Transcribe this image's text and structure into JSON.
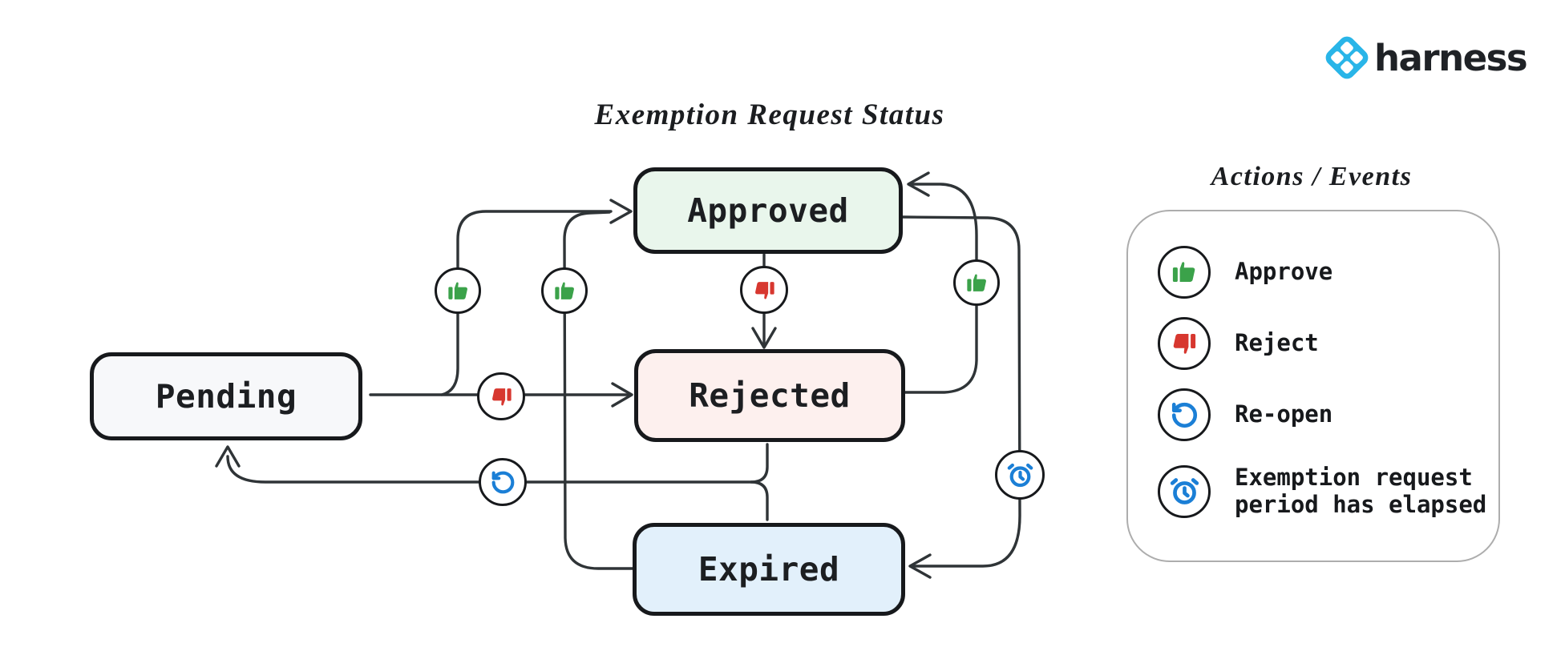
{
  "title": "Exemption Request Status",
  "brand": {
    "name": "harness",
    "logo_color": "#29b5e8",
    "text_color": "#1f2226"
  },
  "diagram": {
    "states": [
      {
        "id": "pending",
        "label": "Pending",
        "fill": "#f7f8fa"
      },
      {
        "id": "approved",
        "label": "Approved",
        "fill": "#e9f6ec"
      },
      {
        "id": "rejected",
        "label": "Rejected",
        "fill": "#fdf0ee"
      },
      {
        "id": "expired",
        "label": "Expired",
        "fill": "#e2f0fb"
      }
    ],
    "transitions": [
      {
        "from": "Pending",
        "to": "Approved",
        "action": "Approve"
      },
      {
        "from": "Expired",
        "to": "Approved",
        "action": "Approve"
      },
      {
        "from": "Pending",
        "to": "Rejected",
        "action": "Reject"
      },
      {
        "from": "Approved",
        "to": "Rejected",
        "action": "Reject"
      },
      {
        "from": "Rejected",
        "to": "Approved",
        "action": "Approve"
      },
      {
        "from": "Rejected",
        "to": "Pending",
        "action": "Re-open"
      },
      {
        "from": "Approved",
        "to": "Expired",
        "action": "Exemption request period has elapsed"
      },
      {
        "from": "Rejected",
        "to": "Expired",
        "action": "Exemption request period has elapsed"
      }
    ],
    "edge_color": "#2f3437",
    "box_border_color": "#17191c"
  },
  "legend": {
    "title": "Actions / Events",
    "border_color": "#adadad",
    "items": [
      {
        "icon": "thumbs-up-icon",
        "label": "Approve",
        "color": "#3ba24a"
      },
      {
        "icon": "thumbs-down-icon",
        "label": "Reject",
        "color": "#d7372f"
      },
      {
        "icon": "rotate-ccw-icon",
        "label": "Re-open",
        "color": "#1b7fd6"
      },
      {
        "icon": "alarm-clock-icon",
        "label": "Exemption request period has elapsed",
        "color": "#1b7fd6"
      }
    ]
  }
}
